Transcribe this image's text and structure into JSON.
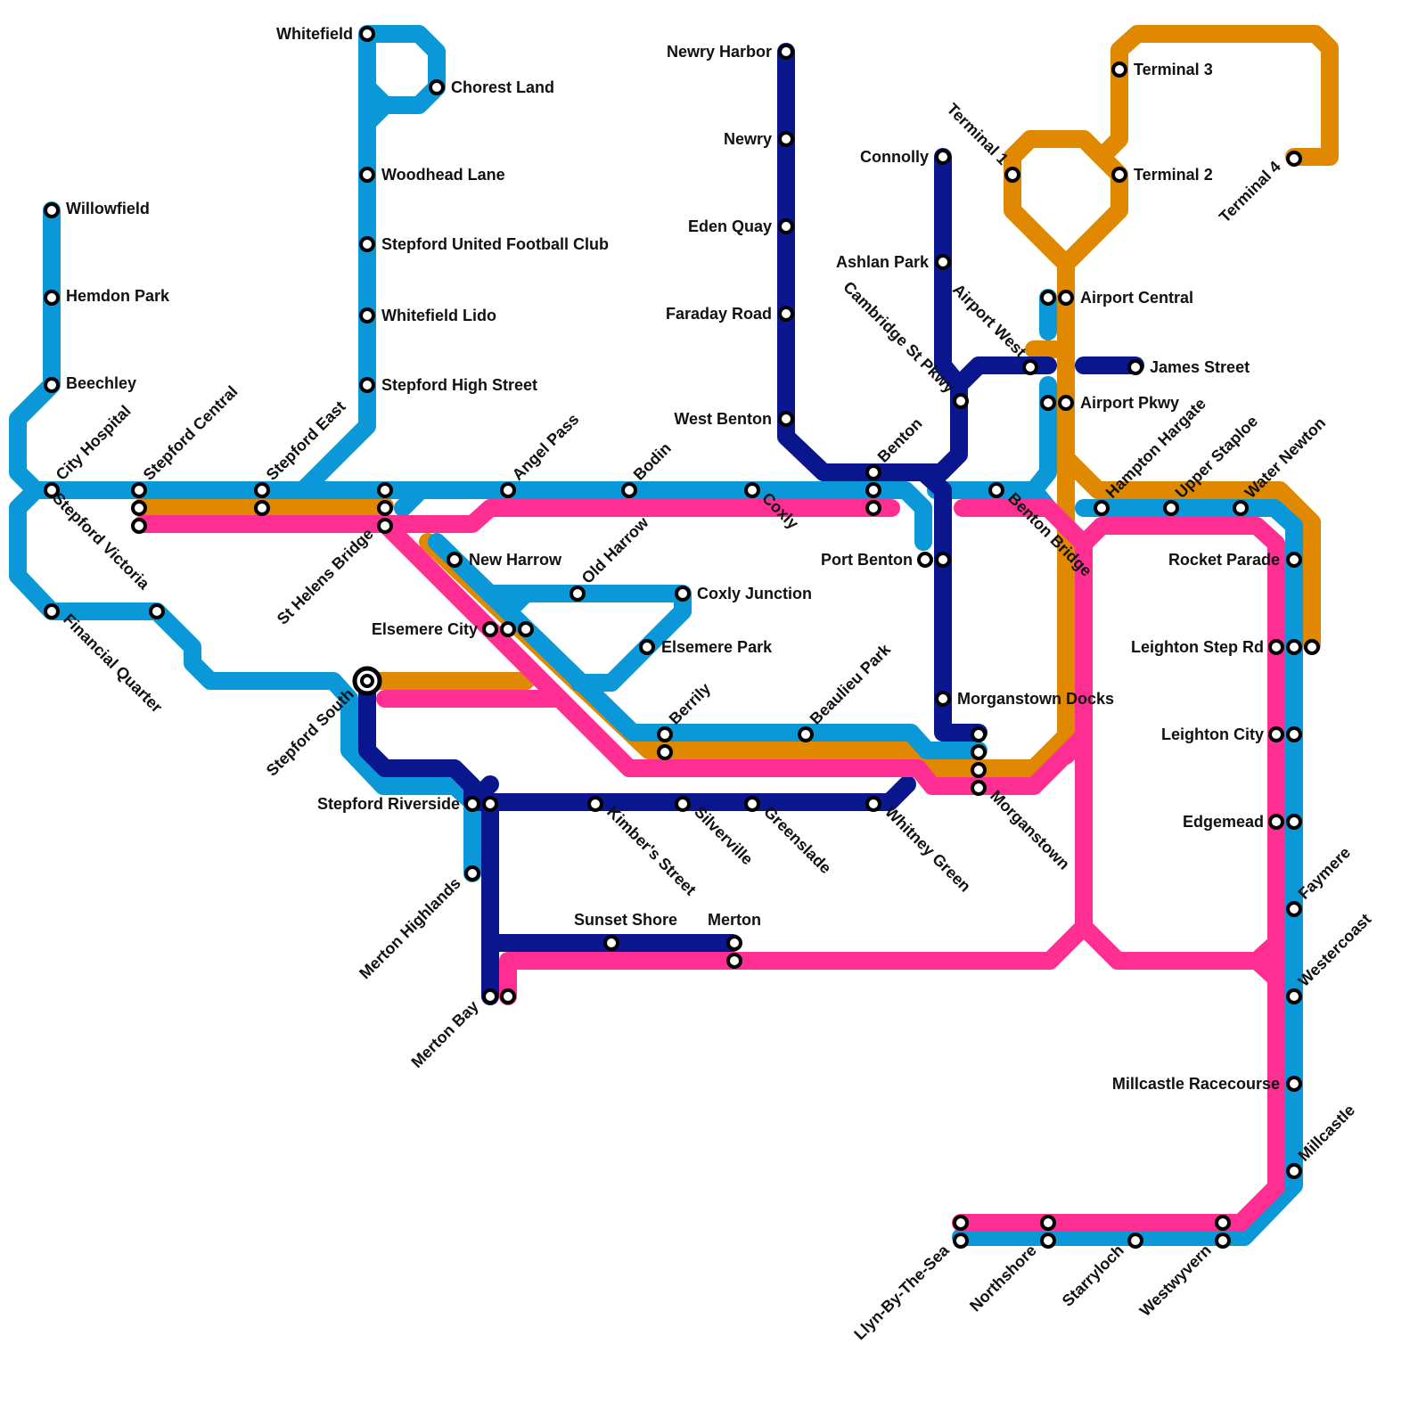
{
  "colors": {
    "cyan_line": "#0A98D8",
    "navy_line": "#0A168E",
    "orange_line": "#E08800",
    "pink_line": "#FF2E93",
    "station_fill": "#FFFFFF",
    "station_stroke": "#000000"
  },
  "interchange_icon": "double-ring",
  "stations": [
    {
      "id": "willowfield",
      "name": "Willowfield"
    },
    {
      "id": "hemdon-park",
      "name": "Hemdon Park"
    },
    {
      "id": "beechley",
      "name": "Beechley"
    },
    {
      "id": "city-hospital",
      "name": "City Hospital"
    },
    {
      "id": "stepford-victoria",
      "name": "Stepford Victoria"
    },
    {
      "id": "financial-quarter",
      "name": "Financial Quarter"
    },
    {
      "id": "stepford-central",
      "name": "Stepford Central"
    },
    {
      "id": "stepford-east",
      "name": "Stepford East"
    },
    {
      "id": "whitefield",
      "name": "Whitefield"
    },
    {
      "id": "chorest-land",
      "name": "Chorest Land"
    },
    {
      "id": "woodhead-lane",
      "name": "Woodhead Lane"
    },
    {
      "id": "stepford-united",
      "name": "Stepford United Football Club"
    },
    {
      "id": "whitefield-lido",
      "name": "Whitefield Lido"
    },
    {
      "id": "stepford-high-street",
      "name": "Stepford High Street"
    },
    {
      "id": "st-helens-bridge",
      "name": "St Helens Bridge"
    },
    {
      "id": "angel-pass",
      "name": "Angel Pass"
    },
    {
      "id": "bodin",
      "name": "Bodin"
    },
    {
      "id": "coxly",
      "name": "Coxly"
    },
    {
      "id": "benton",
      "name": "Benton"
    },
    {
      "id": "new-harrow",
      "name": "New Harrow"
    },
    {
      "id": "old-harrow",
      "name": "Old Harrow"
    },
    {
      "id": "coxly-junction",
      "name": "Coxly Junction"
    },
    {
      "id": "elsemere-city",
      "name": "Elsemere City"
    },
    {
      "id": "elsemere-park",
      "name": "Elsemere Park"
    },
    {
      "id": "stepford-south",
      "name": "Stepford South"
    },
    {
      "id": "berrily",
      "name": "Berrily"
    },
    {
      "id": "beaulieu-park",
      "name": "Beaulieu Park"
    },
    {
      "id": "stepford-riverside",
      "name": "Stepford Riverside"
    },
    {
      "id": "merton-highlands",
      "name": "Merton Highlands"
    },
    {
      "id": "kimbers-street",
      "name": "Kimber's Street"
    },
    {
      "id": "silverville",
      "name": "Silverville"
    },
    {
      "id": "greenslade",
      "name": "Greenslade"
    },
    {
      "id": "whitney-green",
      "name": "Whitney Green"
    },
    {
      "id": "sunset-shore",
      "name": "Sunset Shore"
    },
    {
      "id": "merton",
      "name": "Merton"
    },
    {
      "id": "merton-bay",
      "name": "Merton Bay"
    },
    {
      "id": "newry-harbor",
      "name": "Newry Harbor"
    },
    {
      "id": "newry",
      "name": "Newry"
    },
    {
      "id": "eden-quay",
      "name": "Eden Quay"
    },
    {
      "id": "faraday-road",
      "name": "Faraday Road"
    },
    {
      "id": "west-benton",
      "name": "West Benton"
    },
    {
      "id": "connolly",
      "name": "Connolly"
    },
    {
      "id": "ashlan-park",
      "name": "Ashlan Park"
    },
    {
      "id": "cambridge-st-pkwy",
      "name": "Cambridge St Pkwy"
    },
    {
      "id": "airport-west",
      "name": "Airport West"
    },
    {
      "id": "james-street",
      "name": "James Street"
    },
    {
      "id": "port-benton",
      "name": "Port Benton"
    },
    {
      "id": "morganstown-docks",
      "name": "Morganstown Docks"
    },
    {
      "id": "morganstown",
      "name": "Morganstown"
    },
    {
      "id": "benton-bridge",
      "name": "Benton Bridge"
    },
    {
      "id": "terminal-1",
      "name": "Terminal 1"
    },
    {
      "id": "terminal-2",
      "name": "Terminal 2"
    },
    {
      "id": "terminal-3",
      "name": "Terminal 3"
    },
    {
      "id": "terminal-4",
      "name": "Terminal 4"
    },
    {
      "id": "airport-central",
      "name": "Airport Central"
    },
    {
      "id": "airport-pkwy",
      "name": "Airport Pkwy"
    },
    {
      "id": "hampton-hargate",
      "name": "Hampton Hargate"
    },
    {
      "id": "upper-staploe",
      "name": "Upper Staploe"
    },
    {
      "id": "water-newton",
      "name": "Water Newton"
    },
    {
      "id": "rocket-parade",
      "name": "Rocket Parade"
    },
    {
      "id": "leighton-step-rd",
      "name": "Leighton Step Rd"
    },
    {
      "id": "leighton-city",
      "name": "Leighton City"
    },
    {
      "id": "edgemead",
      "name": "Edgemead"
    },
    {
      "id": "faymere",
      "name": "Faymere"
    },
    {
      "id": "westercoast",
      "name": "Westercoast"
    },
    {
      "id": "millcastle-racecourse",
      "name": "Millcastle Racecourse"
    },
    {
      "id": "millcastle",
      "name": "Millcastle"
    },
    {
      "id": "llyn-by-the-sea",
      "name": "Llyn-By-The-Sea"
    },
    {
      "id": "northshore",
      "name": "Northshore"
    },
    {
      "id": "starryloch",
      "name": "Starryloch"
    },
    {
      "id": "westwyvern",
      "name": "Westwyvern"
    }
  ]
}
